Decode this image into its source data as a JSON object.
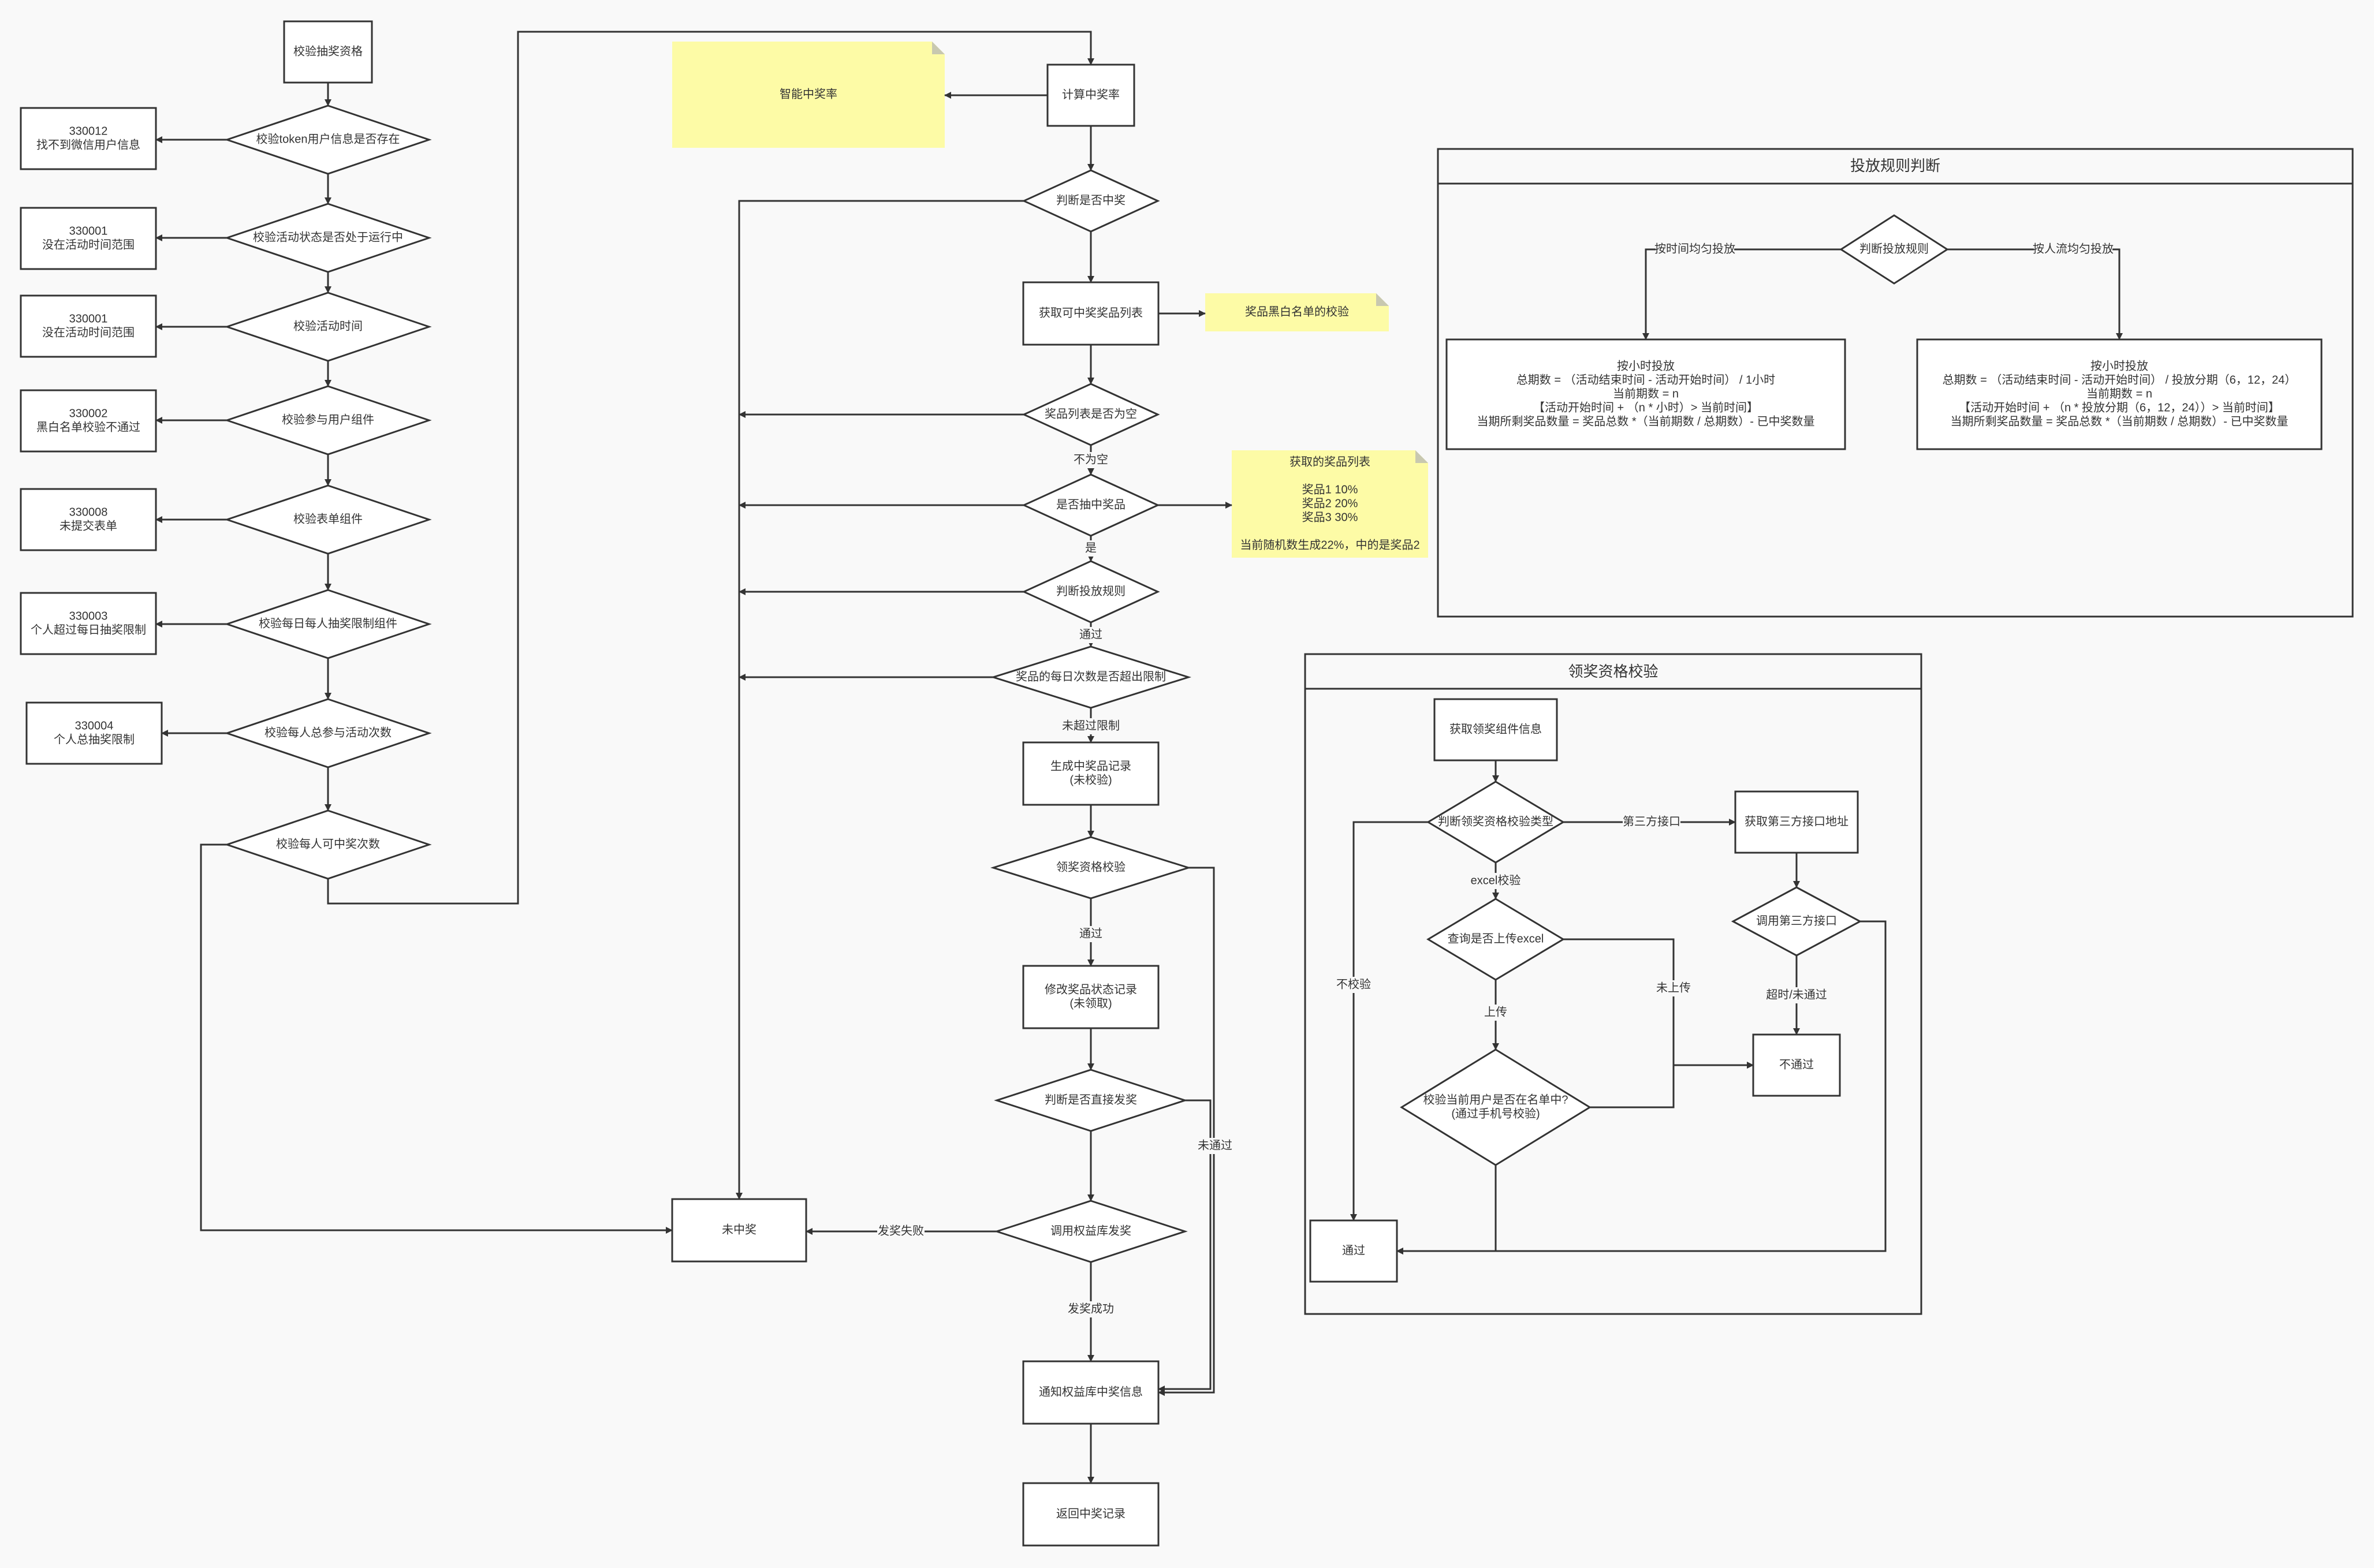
{
  "colors": {
    "background": "#f9f9f9",
    "stroke": "#333333",
    "note": "#fdfba6"
  },
  "nodes": {
    "n_start": "校验抽奖资格",
    "d1": "校验token用户信息是否存在",
    "d2": "校验活动状态是否处于运行中",
    "d3": "校验活动时间",
    "d4": "校验参与用户组件",
    "d5": "校验表单组件",
    "d6": "校验每日每人抽奖限制组件",
    "d7": "校验每人总参与活动次数",
    "d8": "校验每人可中奖次数",
    "e1": [
      "330012",
      "找不到微信用户信息"
    ],
    "e2": [
      "330001",
      "没在活动时间范围"
    ],
    "e3": [
      "330001",
      "没在活动时间范围"
    ],
    "e4": [
      "330002",
      "黑白名单校验不通过"
    ],
    "e5": [
      "330008",
      "未提交表单"
    ],
    "e6": [
      "330003",
      "个人超过每日抽奖限制"
    ],
    "e7": [
      "330004",
      "个人总抽奖限制"
    ],
    "calc": "计算中奖率",
    "note_rate": "智能中奖率",
    "m1": "判断是否中奖",
    "m2": "获取可中奖奖品列表",
    "note_bw": "奖品黑白名单的校验",
    "m3": "奖品列表是否为空",
    "m4": "是否抽中奖品",
    "note_prize": [
      "获取的奖品列表",
      "",
      "奖品1 10%",
      "奖品2 20%",
      "奖品3 30%",
      "",
      "当前随机数生成22%，中的是奖品2"
    ],
    "m5": "判断投放规则",
    "m6": "奖品的每日次数是否超出限制",
    "m7": [
      "生成中奖品记录",
      "(未校验)"
    ],
    "m8": "领奖资格校验",
    "m9": [
      "修改奖品状态记录",
      "(未领取)"
    ],
    "m10": "判断是否直接发奖",
    "m11": "调用权益库发奖",
    "m12": "通知权益库中奖信息",
    "m13": "返回中奖记录",
    "nowin": "未中奖",
    "r_dec": "判断投放规则",
    "r_left": [
      "按小时投放",
      "总期数 = （活动结束时间 - 活动开始时间） / 1小时",
      "当前期数 = n",
      "【活动开始时间 + （n * 小时）> 当前时间】",
      "当期所剩奖品数量 = 奖品总数 *（当前期数 / 总期数）- 已中奖数量"
    ],
    "r_right": [
      "按小时投放",
      "总期数 = （活动结束时间 - 活动开始时间） / 投放分期（6，12，24）",
      "当前期数 = n",
      "【活动开始时间 + （n * 投放分期（6，12，24））> 当前时间】",
      "当期所剩奖品数量 = 奖品总数 *（当前期数 / 总期数）- 已中奖数量"
    ],
    "q_get": "获取领奖组件信息",
    "q_type": "判断领奖资格校验类型",
    "q_third": "获取第三方接口地址",
    "q_call": "调用第三方接口",
    "q_excel": "查询是否上传excel",
    "q_check": [
      "校验当前用户是否在名单中?",
      "(通过手机号校验)"
    ],
    "q_fail": "不通过",
    "q_pass": "通过"
  },
  "containers": {
    "rules_title": "投放规则判断",
    "qual_title": "领奖资格校验"
  },
  "edge_labels": {
    "not_empty": "不为空",
    "yes": "是",
    "pass1": "通过",
    "not_exceed": "未超过限制",
    "pass2": "通过",
    "not_pass": "未通过",
    "send_fail": "发奖失败",
    "send_ok": "发奖成功",
    "by_time": "按时间均匀投放",
    "by_people": "按人流均匀投放",
    "third": "第三方接口",
    "excel": "excel校验",
    "no_check": "不校验",
    "uploaded": "上传",
    "not_uploaded": "未上传",
    "timeout": "超时/未通过"
  }
}
